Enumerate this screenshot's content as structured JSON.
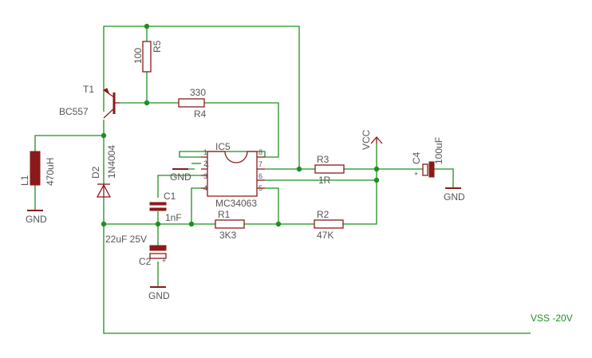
{
  "components": {
    "t1": {
      "ref": "T1",
      "value": "BC557"
    },
    "r5": {
      "ref": "R5",
      "value": "100"
    },
    "r4": {
      "ref": "R4",
      "value": "330"
    },
    "r3": {
      "ref": "R3",
      "value": "1R"
    },
    "r1": {
      "ref": "R1",
      "value": "3K3"
    },
    "r2": {
      "ref": "R2",
      "value": "47K"
    },
    "l1": {
      "ref": "L1",
      "value": "470uH"
    },
    "d2": {
      "ref": "D2",
      "value": "1N4004"
    },
    "c1": {
      "ref": "C1",
      "value": "1nF"
    },
    "c2": {
      "ref": "C2",
      "value": "22uF 25V"
    },
    "c4": {
      "ref": "C4",
      "value": "100uF"
    },
    "ic5": {
      "ref": "IC5",
      "value": "MC34063",
      "pins": [
        "1",
        "2",
        "3",
        "4",
        "5",
        "6",
        "7",
        "8"
      ]
    }
  },
  "nets": {
    "gnd": "GND",
    "vcc": "VCC",
    "vss": "VSS -20V"
  },
  "polarity_mark": "+"
}
